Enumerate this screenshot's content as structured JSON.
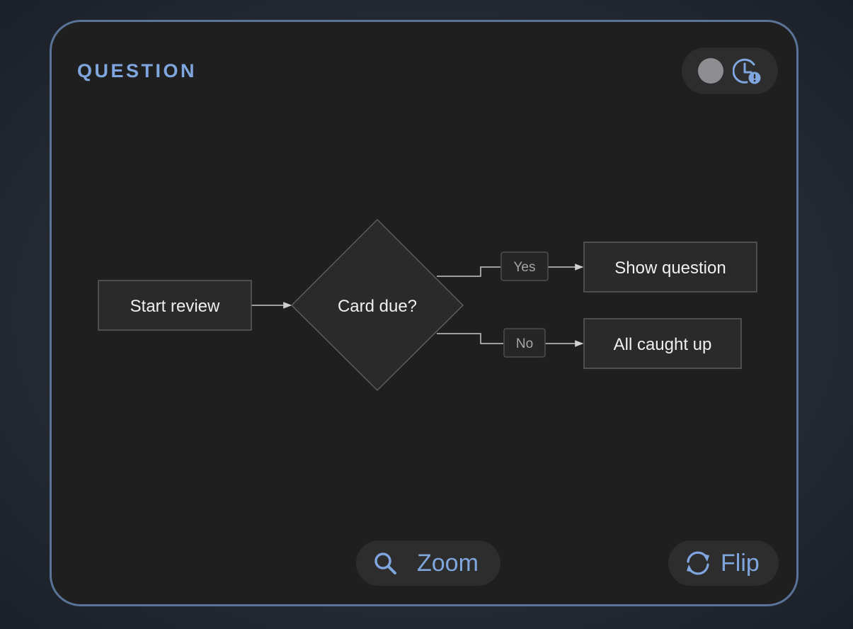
{
  "card": {
    "section_label": "QUESTION"
  },
  "status": {
    "indicator_icon": "circle-indicator",
    "clock_icon": "clock-alert-icon"
  },
  "diagram": {
    "nodes": {
      "start": "Start review",
      "decision": "Card due?",
      "yes_target": "Show question",
      "no_target": "All caught up"
    },
    "edges": {
      "yes_label": "Yes",
      "no_label": "No"
    }
  },
  "controls": {
    "zoom_label": "Zoom",
    "zoom_icon": "magnifier-icon",
    "flip_label": "Flip",
    "flip_icon": "refresh-icon"
  },
  "colors": {
    "accent": "#7fa6de",
    "card_border": "#5a7398",
    "card_bg": "#1f1f1f",
    "node_fill": "#2a2a2a",
    "node_stroke": "#5c5c5c",
    "edge": "#c8c8c8"
  }
}
